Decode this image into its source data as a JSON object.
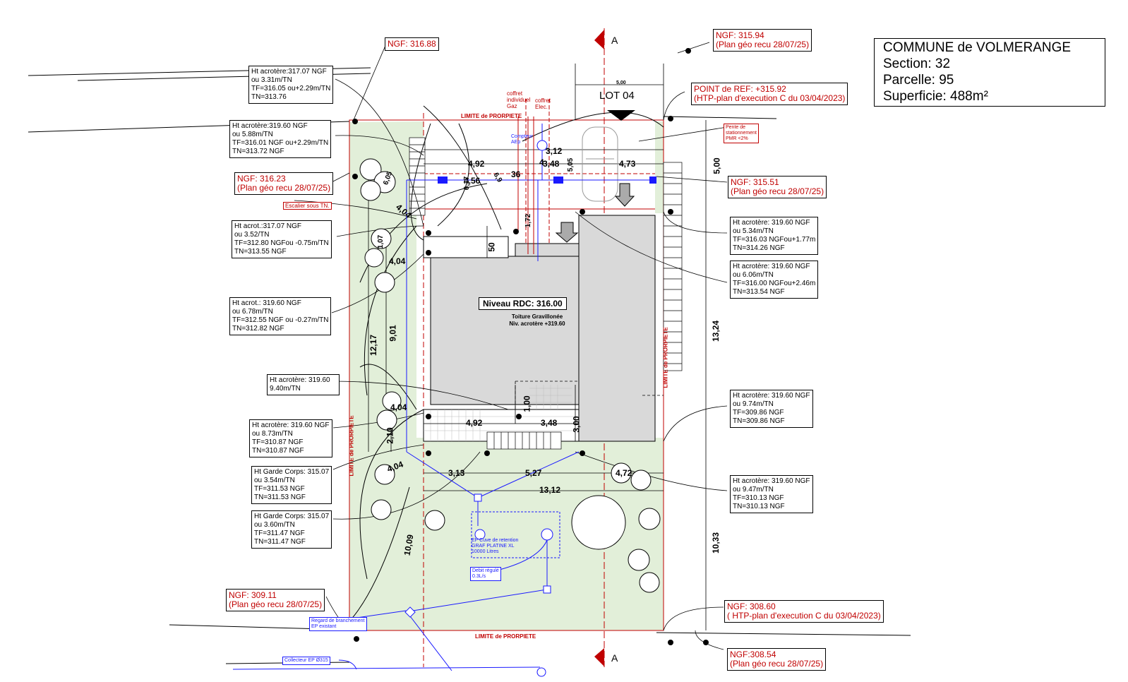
{
  "commune": {
    "name": "COMMUNE de VOLMERANGE",
    "section": "Section: 32",
    "parcelle": "Parcelle: 95",
    "superficie": "Superficie: 488m²"
  },
  "lot": "LOT 04",
  "section_marker": "A",
  "niveau": "Niveau RDC: 316.00",
  "toiture": [
    "Toiture Gravillonée",
    "Niv. acrotère +319.60"
  ],
  "limite": "LIMITE de PRORPIETE",
  "ngf_labels": [
    [
      "NGF: 316.88"
    ],
    [
      "NGF: 315.94",
      "(Plan géo recu 28/07/25)"
    ],
    [
      "POINT de REF: +315.92",
      "(HTP-plan d'execution C du 03/04/2023)"
    ],
    [
      "NGF: 316.23",
      "(Plan géo recu 28/07/25)"
    ],
    [
      "NGF: 315.51",
      "(Plan géo recu 28/07/25)"
    ],
    [
      "NGF: 309.11",
      "(Plan géo recu 28/07/25)"
    ],
    [
      "NGF: 308.60",
      "( HTP-plan d'execution C du 03/04/2023)"
    ],
    [
      "NGF:308.54",
      "(Plan géo recu 28/07/25)"
    ]
  ],
  "info_boxes": [
    [
      "Ht acrotère:317.07 NGF",
      "ou 3.31m/TN",
      "TF=316.05 ou+2.29m/TN",
      "TN=313.76"
    ],
    [
      "Ht acrotère:319.60 NGF",
      "ou 5.88m/TN",
      "TF=316.01 NGF ou+2.29m/TN",
      "TN=313.72 NGF"
    ],
    [
      "Ht acrot.:317.07 NGF",
      "ou 3.52/TN",
      "TF=312.80 NGFou -0.75m/TN",
      "TN=313.55 NGF"
    ],
    [
      "Ht acrot.: 319.60 NGF",
      "ou 6.78m/TN",
      "TF=312.55 NGF ou -0.27m/TN",
      "TN=312.82 NGF"
    ],
    [
      "Ht acrotère: 319.60",
      "9.40m/TN"
    ],
    [
      "Ht acrotère: 319.60 NGF",
      "ou 8.73m/TN",
      "TF=310.87 NGF",
      "TN=310.87 NGF"
    ],
    [
      "Ht Garde Corps: 315.07",
      "ou 3.54m/TN",
      "TF=311.53 NGF",
      "TN=311.53 NGF"
    ],
    [
      "Ht Garde Corps: 315.07",
      "ou 3.60m/TN",
      "TF=311.47 NGF",
      "TN=311.47 NGF"
    ],
    [
      "Ht acrotère: 319.60 NGF",
      "ou 5.34m/TN",
      "TF=316.03 NGFou+1.77m",
      "TN=314.26 NGF"
    ],
    [
      "Ht acrotère: 319.60 NGF",
      "ou 6.06m/TN",
      "TF=316.00 NGFou+2.46m",
      "TN=313.54 NGF"
    ],
    [
      "Ht acrotère: 319.60 NGF",
      "ou 9.74m/TN",
      "TF=309.86 NGF",
      "TN=309.86 NGF"
    ],
    [
      "Ht acrotère: 319.60 NGF",
      "ou 9.47m/TN",
      "TF=310.13 NGF",
      "TN=310.13 NGF"
    ]
  ],
  "small_labels": {
    "escalier": "Escalier sous TN.",
    "pente": [
      "Pente de",
      "stationnement",
      "PMR <2%"
    ],
    "coffret_gaz": [
      "coffret",
      "individuel",
      "Gaz"
    ],
    "coffret_elec": [
      "coffret",
      "Elec."
    ],
    "compteur": [
      "Compteur",
      "AEp"
    ],
    "cuve": [
      "EP Cuve de retention",
      "GRAF PLATINE XL",
      "10000 Litres"
    ],
    "debit": [
      "Debit régulé",
      "0.3L/s"
    ],
    "regard": [
      "Regard de branchement",
      "EP existant"
    ],
    "collecteur": "Collecteur EP Ø315"
  },
  "dims": {
    "d492a": "4,92",
    "d456": "4,56",
    "d312": "3,12",
    "d348a": "3,48",
    "d473": "4,73",
    "d500a": "5,00",
    "d500b": "5,00",
    "d36": "36",
    "d4": "4",
    "d404a": "4,04",
    "d404b": "4,04",
    "d404c": "4,04",
    "d404d": "4,04",
    "d1217": "12,17",
    "d901": "9,01",
    "d210": "2,10",
    "d100": "1,00",
    "d300": "3,00",
    "d50": "50",
    "d492b": "4,92",
    "d348b": "3,48",
    "d313": "3,13",
    "d527": "5,27",
    "d472": "4,72",
    "d1312": "13,12",
    "d1324": "13,24",
    "d1033": "10,33",
    "d1009": "10,09",
    "d605": "6,05",
    "d617": "6,17",
    "d69": "6,9",
    "d505": "5,05",
    "d172": "1,72",
    "d107": "1,07"
  }
}
